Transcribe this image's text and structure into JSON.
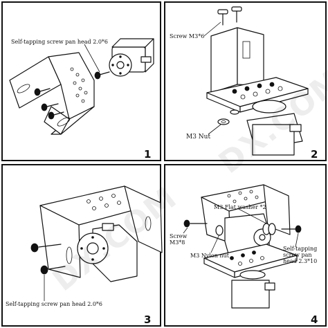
{
  "panels": [
    {
      "number": "1",
      "labels": [
        "Self-tapping screw pan head 2.0*6"
      ]
    },
    {
      "number": "2",
      "labels": [
        "Screw M3*6",
        "M3 Nut"
      ]
    },
    {
      "number": "3",
      "labels": [
        "Self-tapping screw pan head 2.0*6"
      ]
    },
    {
      "number": "4",
      "labels": [
        "M3 Flat washer *2",
        "Screw M3*8",
        "M3  Nylon nut",
        "Self-tapping screw pan head 2.3*10"
      ]
    }
  ],
  "watermark": "DX.COM"
}
